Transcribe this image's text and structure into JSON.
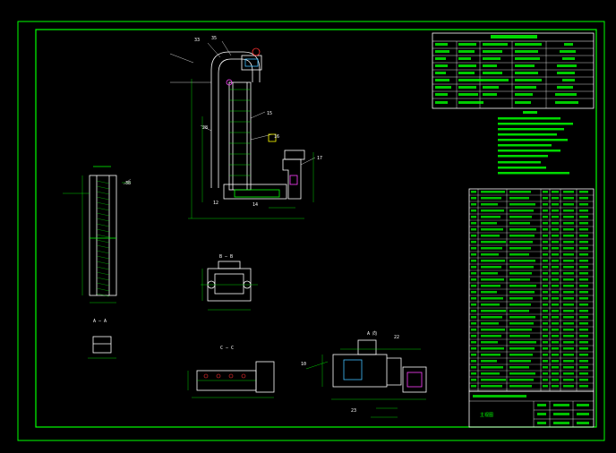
{
  "drawing": {
    "background": "#000000",
    "colors": {
      "frame": "#00ff00",
      "line": "#ffffff",
      "dimension": "#00ff00",
      "accent_red": "#ff3030",
      "accent_cyan": "#40c0ff",
      "accent_magenta": "#ff40ff",
      "accent_yellow": "#ffff00"
    },
    "labels": {
      "pos_33": "33",
      "pos_35": "35",
      "pos_15": "15",
      "pos_16": "16",
      "pos_28": "28",
      "pos_17": "17",
      "pos_12": "12",
      "pos_14": "14",
      "pos_38": "38",
      "pos_22": "22",
      "pos_23": "23",
      "pos_10": "10",
      "section_bb": "B — B",
      "section_cc": "C — C",
      "section_aa": "A — A",
      "view_a": "A 向",
      "title_block_name": "主视图"
    }
  }
}
